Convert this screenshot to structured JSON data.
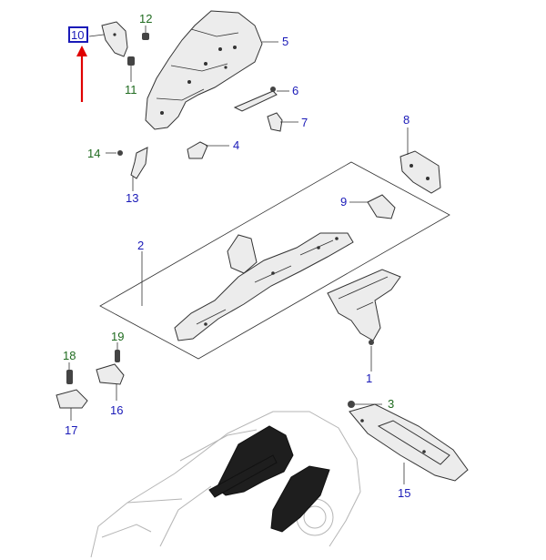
{
  "diagram": {
    "callouts": [
      {
        "id": "c1",
        "text": "1",
        "color": "blue"
      },
      {
        "id": "c2",
        "text": "2",
        "color": "blue"
      },
      {
        "id": "c3",
        "text": "3",
        "color": "green"
      },
      {
        "id": "c4",
        "text": "4",
        "color": "blue"
      },
      {
        "id": "c5",
        "text": "5",
        "color": "blue"
      },
      {
        "id": "c6",
        "text": "6",
        "color": "blue"
      },
      {
        "id": "c7",
        "text": "7",
        "color": "blue"
      },
      {
        "id": "c8",
        "text": "8",
        "color": "blue"
      },
      {
        "id": "c9",
        "text": "9",
        "color": "blue"
      },
      {
        "id": "c10",
        "text": "10",
        "color": "blue"
      },
      {
        "id": "c11",
        "text": "11",
        "color": "green"
      },
      {
        "id": "c12",
        "text": "12",
        "color": "green"
      },
      {
        "id": "c13",
        "text": "13",
        "color": "blue"
      },
      {
        "id": "c14",
        "text": "14",
        "color": "green"
      },
      {
        "id": "c15",
        "text": "15",
        "color": "blue"
      },
      {
        "id": "c16",
        "text": "16",
        "color": "blue"
      },
      {
        "id": "c17",
        "text": "17",
        "color": "blue"
      },
      {
        "id": "c18",
        "text": "18",
        "color": "green"
      },
      {
        "id": "c19",
        "text": "19",
        "color": "green"
      }
    ],
    "highlighted": "10",
    "colors": {
      "blue_label": "#1a1ab8",
      "green_label": "#1f6b1f",
      "highlight_box": "#1a1ab8",
      "arrow": "#e00000",
      "part_fill": "#ececec",
      "part_dark": "#1e1e1e",
      "outline": "#333333",
      "car_outline": "#b5b5b5"
    }
  }
}
